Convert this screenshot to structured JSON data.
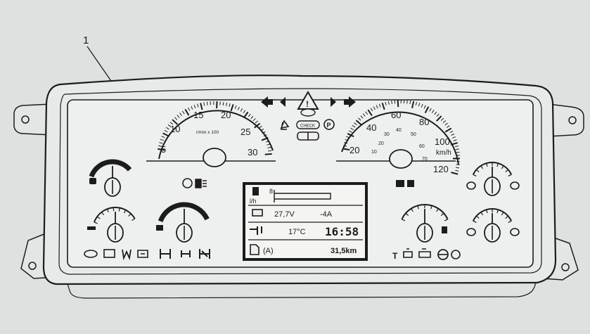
{
  "callout": {
    "number": "1"
  },
  "tachometer": {
    "scale_labels": [
      "5",
      "10",
      "15",
      "20",
      "25",
      "30"
    ],
    "unit": "r/min x 100"
  },
  "speedometer": {
    "outer_labels": [
      "20",
      "40",
      "60",
      "80",
      "100",
      "120"
    ],
    "inner_labels": [
      "10",
      "20",
      "30",
      "40",
      "50",
      "60",
      "70"
    ],
    "unit": "km/h"
  },
  "warning_panel": {
    "check_label": "CHECK"
  },
  "display": {
    "fuel_rate_unit": "l/h",
    "fuel_rate_value": "8",
    "voltage": "27,7V",
    "current": "-4A",
    "outside_temp": "17°C",
    "clock": "16:58",
    "trip_mode": "(A)",
    "trip_distance": "31,5km"
  },
  "colors": {
    "line": "#1c1c1c",
    "paper": "#eef0ef",
    "lcd": "#f4f4f2"
  }
}
